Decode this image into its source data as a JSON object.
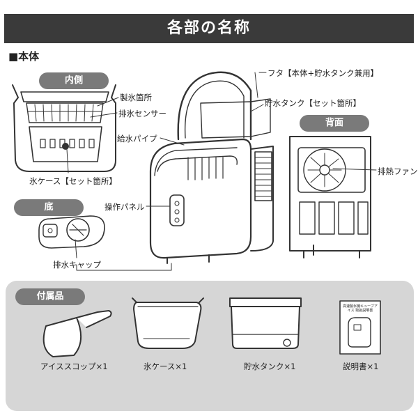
{
  "title": "各部の名称",
  "section_main": "■本体",
  "pills": {
    "inside": "内側",
    "back": "背面",
    "bottom": "底",
    "accessories": "付属品"
  },
  "labels": {
    "ice_making": "製氷箇所",
    "ice_sensor": "排氷センサー",
    "ice_case_set": "氷ケース【セット箇所】",
    "lid": "フタ【本体+貯水タンク兼用】",
    "tank_set": "貯水タンク【セット箇所】",
    "water_pipe": "給水パイプ",
    "panel": "操作パネル",
    "drain_cap": "排水キャップ",
    "fan": "排熱ファン"
  },
  "accessories": [
    {
      "label": "アイススコップ×1"
    },
    {
      "label": "氷ケース×1"
    },
    {
      "label": "貯水タンク×1"
    },
    {
      "label": "説明書×1"
    }
  ],
  "manual_cover_text": "高速製氷機キューブアイス 取扱説明書"
}
